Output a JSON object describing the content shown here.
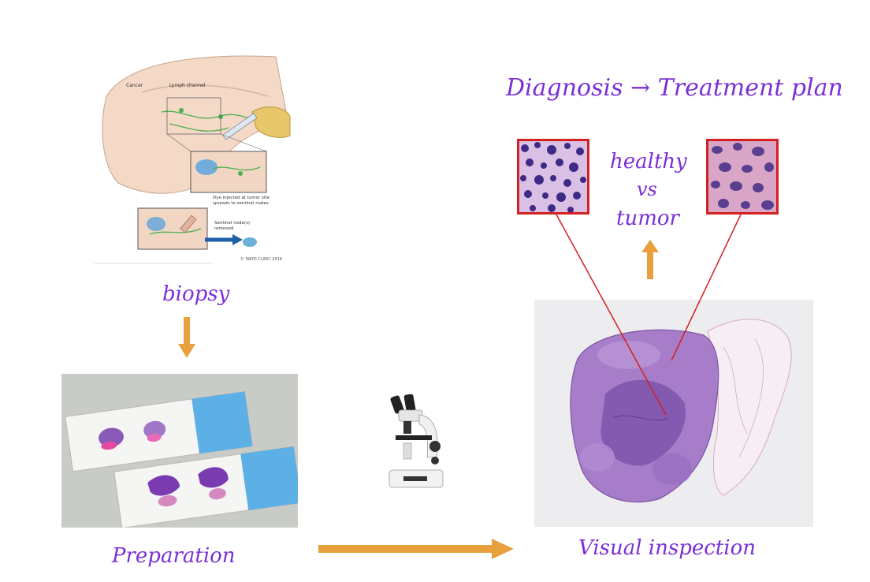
{
  "labels": {
    "biopsy": "biopsy",
    "preparation": "Preparation",
    "visual_inspection": "Visual inspection",
    "diagnosis": "Diagnosis → Treatment plan",
    "healthy": "healthy",
    "vs": "vs",
    "tumor": "tumor"
  },
  "biopsy_figure": {
    "cancer_label": "Cancer",
    "lymph_label": "Lymph channel",
    "dye_caption_1": "Dye injected at tumor site",
    "dye_caption_2": "spreads to sentinel nodes",
    "sentinel_caption_1": "Sentinel node(s)",
    "sentinel_caption_2": "removed",
    "credit": "© MAYO CLINIC 2016"
  },
  "colors": {
    "handwriting": "#7b2fd6",
    "arrow": "#e8a03c",
    "zoom_frame": "#d32020",
    "stain_purple": "#8a5ab8",
    "stain_pink": "#d05a9c"
  },
  "icons": {
    "microscope": "microscope-icon",
    "arrows": "orange-arrow"
  }
}
